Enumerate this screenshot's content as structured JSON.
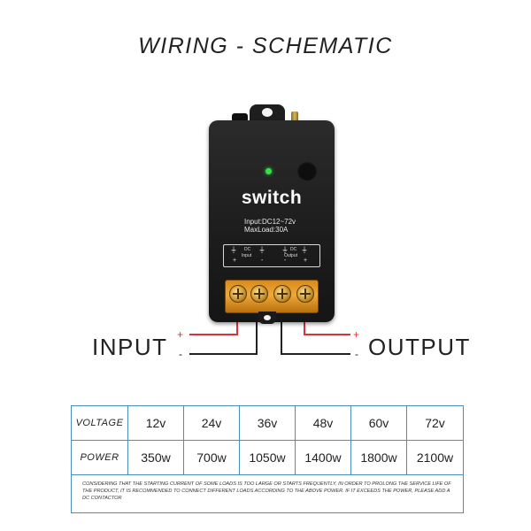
{
  "title": "WIRING - SCHEMATIC",
  "device": {
    "brand": "switch",
    "spec_lines": [
      "Input:DC12~72v",
      "MaxLoad:30A"
    ],
    "panel": {
      "dc_label": "DC",
      "input_label": "Input",
      "output_label": "Output",
      "dc_label_2": "DC",
      "polarities": [
        "+",
        "-",
        "-",
        "+"
      ]
    }
  },
  "wiring": {
    "input_label": "INPUT",
    "output_label": "OUTPUT",
    "plus": "+",
    "minus": "-",
    "positive_wire_color": "#d8333a",
    "negative_wire_color": "#222222"
  },
  "table": {
    "voltage_label": "VOLTAGE",
    "power_label": "POWER",
    "voltages": [
      "12v",
      "24v",
      "36v",
      "48v",
      "60v",
      "72v"
    ],
    "powers": [
      "350w",
      "700w",
      "1050w",
      "1400w",
      "1800w",
      "2100w"
    ],
    "note": "Considering that the starting current of some loads is too large or starts frequently, in order to prolong the service life of the product, it is recommended to connect different loads according to the above power. If it exceeds the power, please add a DC contactor"
  },
  "icons": [
    "ground-symbol-icon",
    "screw-terminal-icon",
    "antenna-icon",
    "status-led-icon"
  ]
}
